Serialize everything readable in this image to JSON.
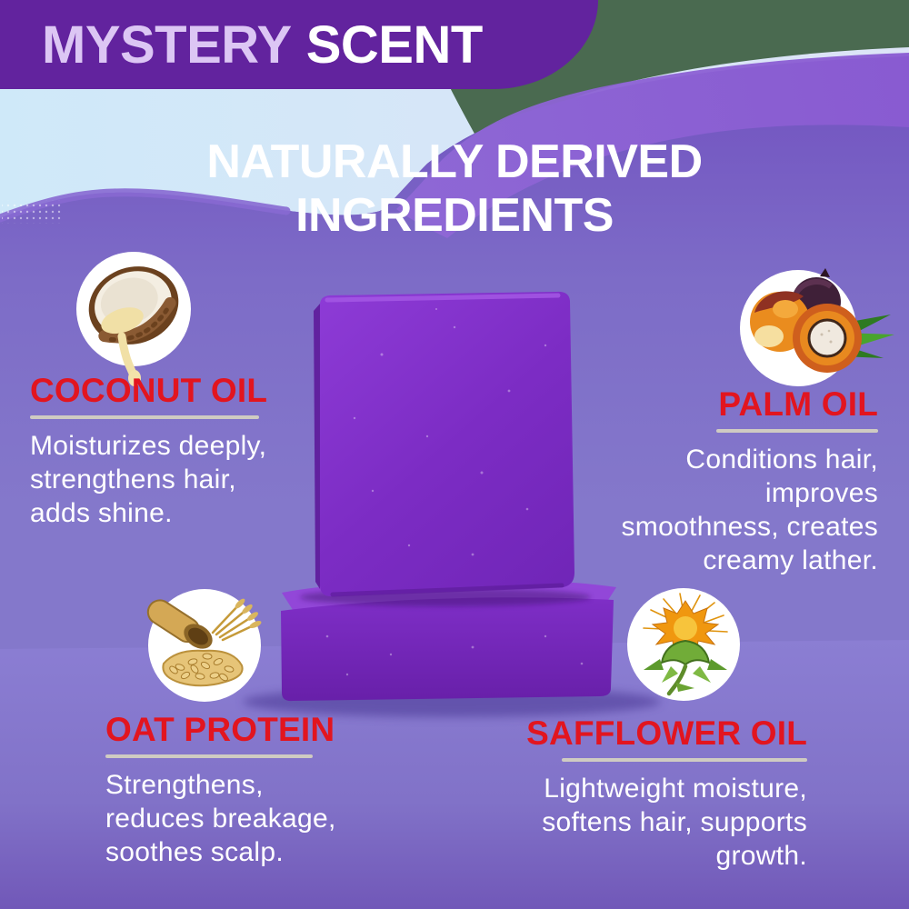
{
  "banner": {
    "word1": "MYSTERY",
    "word2": "SCENT"
  },
  "title": {
    "line1": "NATURALLY DERIVED",
    "line2": "INGREDIENTS"
  },
  "ingredients": [
    {
      "name": "COCONUT OIL",
      "description": "Moisturizes deeply,\nstrengthens hair,\nadds shine.",
      "icon": "coconut-oil-icon"
    },
    {
      "name": "PALM OIL",
      "description": "Conditions hair,\nimproves\nsmoothness, creates\ncreamy lather.",
      "icon": "palm-oil-icon"
    },
    {
      "name": "OAT PROTEIN",
      "description": "Strengthens,\nreduces breakage,\nsoothes scalp.",
      "icon": "oat-protein-icon"
    },
    {
      "name": "SAFFLOWER OIL",
      "description": "Lightweight moisture,\nsoftens hair, supports\ngrowth.",
      "icon": "safflower-oil-icon"
    }
  ],
  "product": {
    "image": "two stacked purple soap bars"
  },
  "colors": {
    "banner_purple": "#62239e",
    "mystery_lavender": "#dcc6f4",
    "accent_red": "#e2151f",
    "underline_gray": "#cfcbc2",
    "sky_blue": "#cfe9f9",
    "top_green": "#4a6a50",
    "swoosh_purple": "#7150c0",
    "wall_lavender": "#8074c8",
    "floor_lavender": "#8b7ed3",
    "soap_purple": "#7e2cc7",
    "text_white": "#ffffff"
  }
}
